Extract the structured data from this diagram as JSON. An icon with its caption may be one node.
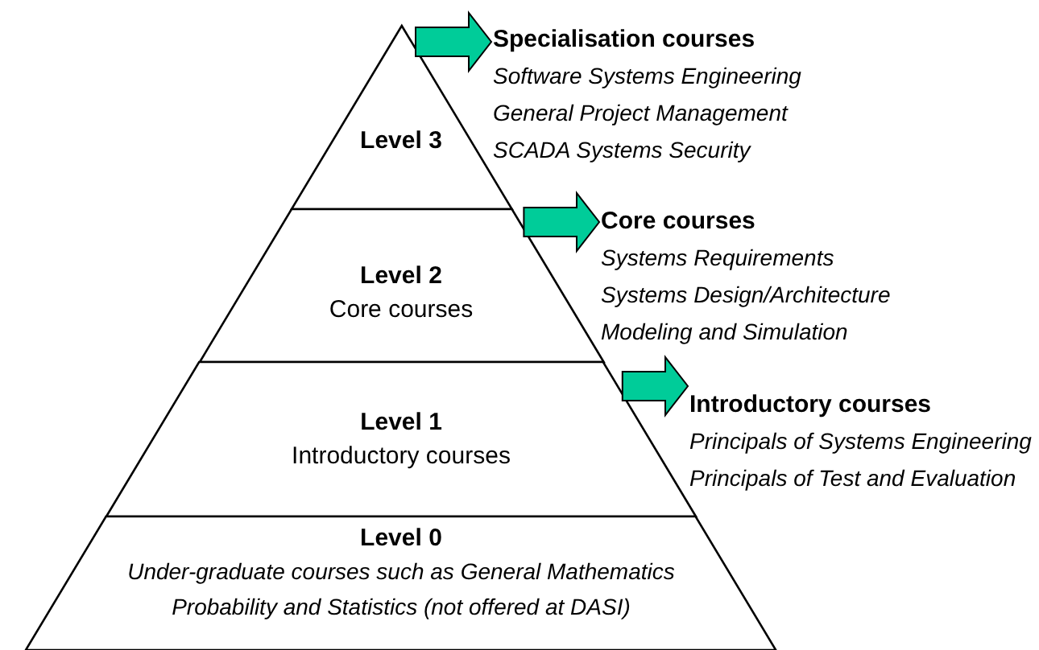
{
  "diagram": {
    "nodes": [
      {
        "text": [
          "Level 3"
        ]
      },
      {
        "text": [
          "Level 2",
          "Core courses"
        ]
      },
      {
        "text": [
          "Level 1",
          "Introductory courses"
        ]
      },
      {
        "text": [
          "Level 0",
          "Under-graduate courses such as General Mathematics Probability and Statistics (not offered at DASI)"
        ]
      },
      {
        "text": [
          "Specialisation courses",
          "Software Systems Engineering",
          "General Project Management",
          "SCADA Systems Security"
        ]
      },
      {
        "text": [
          "Core courses",
          "Systems Requirements",
          "Systems Design/Architecture",
          "Modeling and Simulation"
        ]
      },
      {
        "text": [
          "Introductory courses",
          "Principals of Systems Engineering",
          "Principals of Test and Evaluation"
        ]
      }
    ],
    "edges": [
      {
        "from": 0,
        "to": 4,
        "arrow": "to",
        "style": "thick"
      },
      {
        "from": 1,
        "to": 5,
        "arrow": "to",
        "style": "thick"
      },
      {
        "from": 2,
        "to": 6,
        "arrow": "to",
        "style": "thick"
      }
    ]
  }
}
